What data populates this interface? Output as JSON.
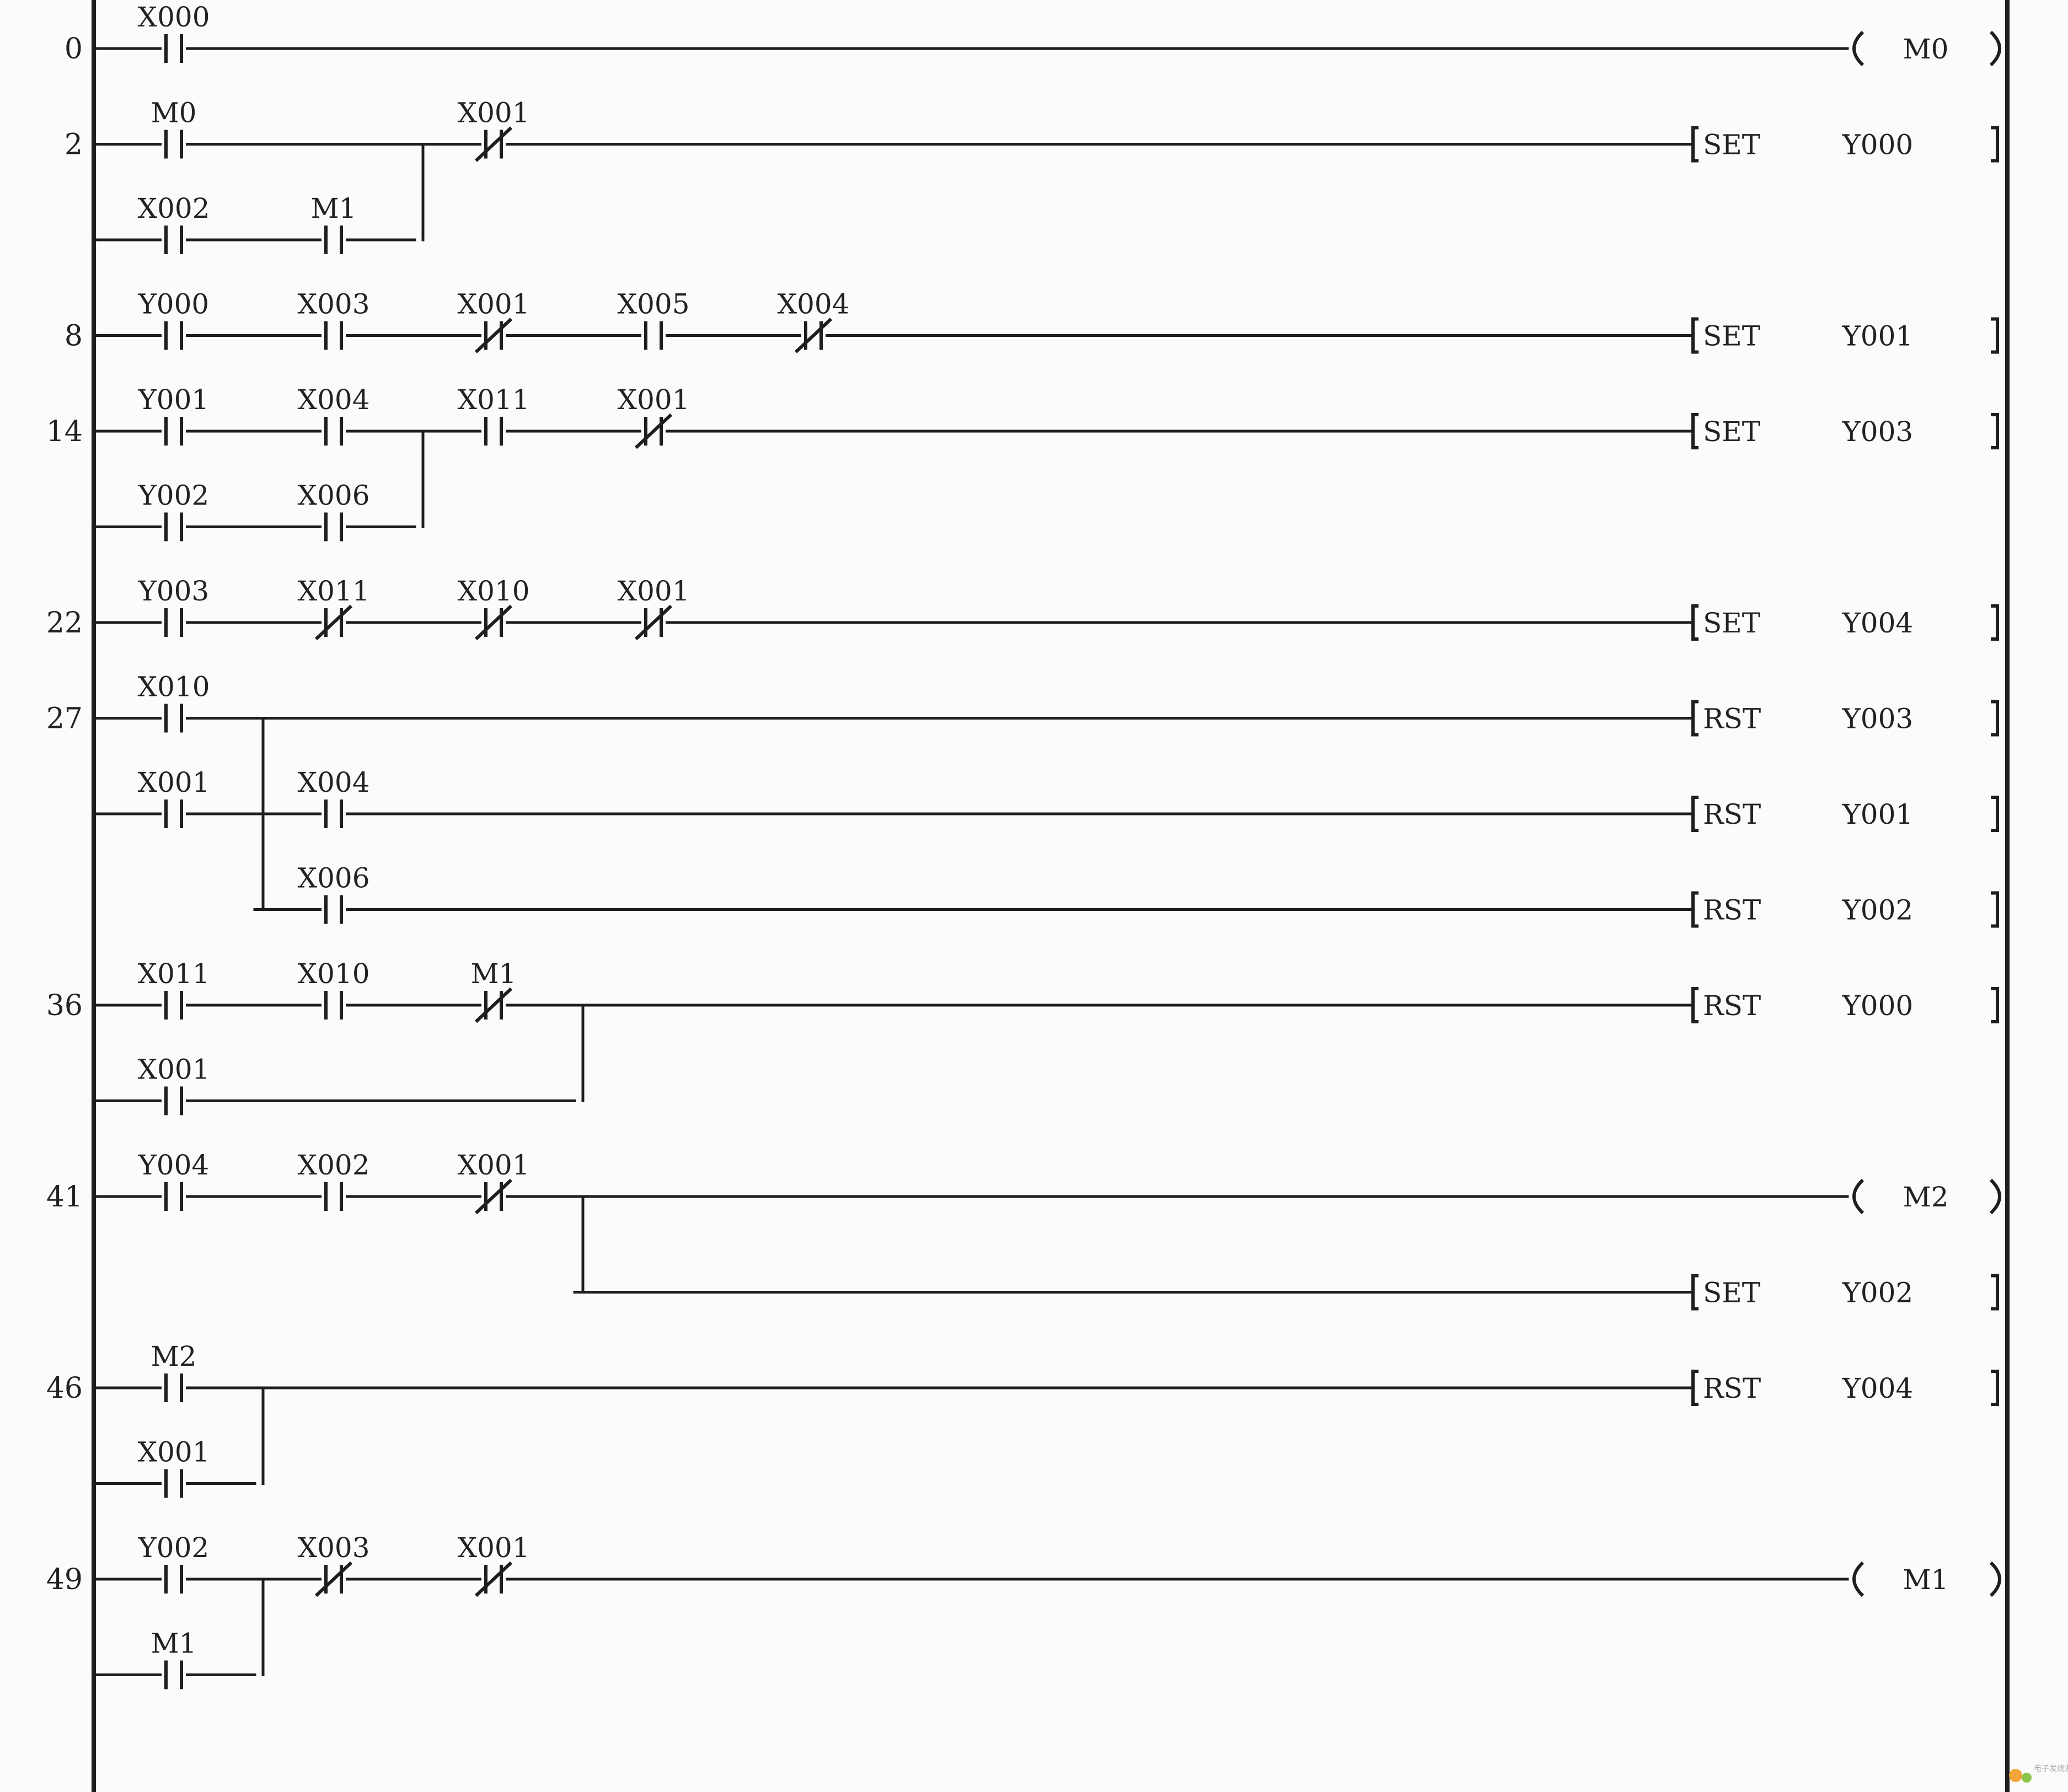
{
  "rungs": [
    {
      "step": "0",
      "row": 0
    },
    {
      "step": "2",
      "row": 1
    },
    {
      "step": "8",
      "row": 3
    },
    {
      "step": "14",
      "row": 4
    },
    {
      "step": "22",
      "row": 6
    },
    {
      "step": "27",
      "row": 7
    },
    {
      "step": "36",
      "row": 10
    },
    {
      "step": "41",
      "row": 12
    },
    {
      "step": "46",
      "row": 14
    },
    {
      "step": "49",
      "row": 16
    }
  ],
  "contacts": [
    {
      "label": "X000",
      "row": 0,
      "col": 0,
      "nc": false
    },
    {
      "label": "M0",
      "row": 1,
      "col": 0,
      "nc": false
    },
    {
      "label": "X001",
      "row": 1,
      "col": 2,
      "nc": true
    },
    {
      "label": "X002",
      "row": 2,
      "col": 0,
      "nc": false
    },
    {
      "label": "M1",
      "row": 2,
      "col": 1,
      "nc": false
    },
    {
      "label": "Y000",
      "row": 3,
      "col": 0,
      "nc": false
    },
    {
      "label": "X003",
      "row": 3,
      "col": 1,
      "nc": false
    },
    {
      "label": "X001",
      "row": 3,
      "col": 2,
      "nc": true
    },
    {
      "label": "X005",
      "row": 3,
      "col": 3,
      "nc": false
    },
    {
      "label": "X004",
      "row": 3,
      "col": 4,
      "nc": true
    },
    {
      "label": "Y001",
      "row": 4,
      "col": 0,
      "nc": false
    },
    {
      "label": "X004",
      "row": 4,
      "col": 1,
      "nc": false
    },
    {
      "label": "X011",
      "row": 4,
      "col": 2,
      "nc": false
    },
    {
      "label": "X001",
      "row": 4,
      "col": 3,
      "nc": true
    },
    {
      "label": "Y002",
      "row": 5,
      "col": 0,
      "nc": false
    },
    {
      "label": "X006",
      "row": 5,
      "col": 1,
      "nc": false
    },
    {
      "label": "Y003",
      "row": 6,
      "col": 0,
      "nc": false
    },
    {
      "label": "X011",
      "row": 6,
      "col": 1,
      "nc": true
    },
    {
      "label": "X010",
      "row": 6,
      "col": 2,
      "nc": true
    },
    {
      "label": "X001",
      "row": 6,
      "col": 3,
      "nc": true
    },
    {
      "label": "X010",
      "row": 7,
      "col": 0,
      "nc": false
    },
    {
      "label": "X001",
      "row": 8,
      "col": 0,
      "nc": false
    },
    {
      "label": "X004",
      "row": 8,
      "col": 1,
      "nc": false
    },
    {
      "label": "X006",
      "row": 9,
      "col": 1,
      "nc": false
    },
    {
      "label": "X011",
      "row": 10,
      "col": 0,
      "nc": false
    },
    {
      "label": "X010",
      "row": 10,
      "col": 1,
      "nc": false
    },
    {
      "label": "M1",
      "row": 10,
      "col": 2,
      "nc": true
    },
    {
      "label": "X001",
      "row": 11,
      "col": 0,
      "nc": false
    },
    {
      "label": "Y004",
      "row": 12,
      "col": 0,
      "nc": false
    },
    {
      "label": "X002",
      "row": 12,
      "col": 1,
      "nc": false
    },
    {
      "label": "X001",
      "row": 12,
      "col": 2,
      "nc": true
    },
    {
      "label": "M2",
      "row": 14,
      "col": 0,
      "nc": false
    },
    {
      "label": "X001",
      "row": 15,
      "col": 0,
      "nc": false
    },
    {
      "label": "Y002",
      "row": 16,
      "col": 0,
      "nc": false
    },
    {
      "label": "X003",
      "row": 16,
      "col": 1,
      "nc": true
    },
    {
      "label": "X001",
      "row": 16,
      "col": 2,
      "nc": true
    },
    {
      "label": "M1",
      "row": 17,
      "col": 0,
      "nc": false
    }
  ],
  "outputs": [
    {
      "row": 0,
      "kind": "coil",
      "operand": "M0"
    },
    {
      "row": 1,
      "kind": "inst",
      "instruction": "SET",
      "operand": "Y000"
    },
    {
      "row": 3,
      "kind": "inst",
      "instruction": "SET",
      "operand": "Y001"
    },
    {
      "row": 4,
      "kind": "inst",
      "instruction": "SET",
      "operand": "Y003"
    },
    {
      "row": 6,
      "kind": "inst",
      "instruction": "SET",
      "operand": "Y004"
    },
    {
      "row": 7,
      "kind": "inst",
      "instruction": "RST",
      "operand": "Y003"
    },
    {
      "row": 8,
      "kind": "inst",
      "instruction": "RST",
      "operand": "Y001"
    },
    {
      "row": 9,
      "kind": "inst",
      "instruction": "RST",
      "operand": "Y002"
    },
    {
      "row": 10,
      "kind": "inst",
      "instruction": "RST",
      "operand": "Y000"
    },
    {
      "row": 12,
      "kind": "coil",
      "operand": "M2"
    },
    {
      "row": 13,
      "kind": "inst",
      "instruction": "SET",
      "operand": "Y002"
    },
    {
      "row": 14,
      "kind": "inst",
      "instruction": "RST",
      "operand": "Y004"
    },
    {
      "row": 16,
      "kind": "coil",
      "operand": "M1"
    }
  ],
  "hwires": [
    {
      "row": 0,
      "from": 0,
      "to": 7
    },
    {
      "row": 1,
      "from": 0,
      "to": 7
    },
    {
      "row": 2,
      "from": 0,
      "to": 2
    },
    {
      "row": 3,
      "from": 0,
      "to": 7
    },
    {
      "row": 4,
      "from": 0,
      "to": 7
    },
    {
      "row": 5,
      "from": 0,
      "to": 2
    },
    {
      "row": 6,
      "from": 0,
      "to": 7
    },
    {
      "row": 7,
      "from": 0,
      "to": 7
    },
    {
      "row": 8,
      "from": 0,
      "to": 7
    },
    {
      "row": 9,
      "from": 1,
      "to": 7
    },
    {
      "row": 10,
      "from": 0,
      "to": 7
    },
    {
      "row": 11,
      "from": 0,
      "to": 3
    },
    {
      "row": 12,
      "from": 0,
      "to": 7
    },
    {
      "row": 13,
      "from": 3,
      "to": 7
    },
    {
      "row": 14,
      "from": 0,
      "to": 7
    },
    {
      "row": 15,
      "from": 0,
      "to": 1
    },
    {
      "row": 16,
      "from": 0,
      "to": 7
    },
    {
      "row": 17,
      "from": 0,
      "to": 1
    }
  ],
  "vwires": [
    {
      "col": 2,
      "row1": 1,
      "row2": 2
    },
    {
      "col": 2,
      "row1": 4,
      "row2": 5
    },
    {
      "col": 1,
      "row1": 7,
      "row2": 9
    },
    {
      "col": 3,
      "row1": 10,
      "row2": 11
    },
    {
      "col": 3,
      "row1": 12,
      "row2": 13
    },
    {
      "col": 1,
      "row1": 14,
      "row2": 15
    },
    {
      "col": 1,
      "row1": 16,
      "row2": 17
    }
  ],
  "watermark": "电子发烧友 elecfans.com"
}
